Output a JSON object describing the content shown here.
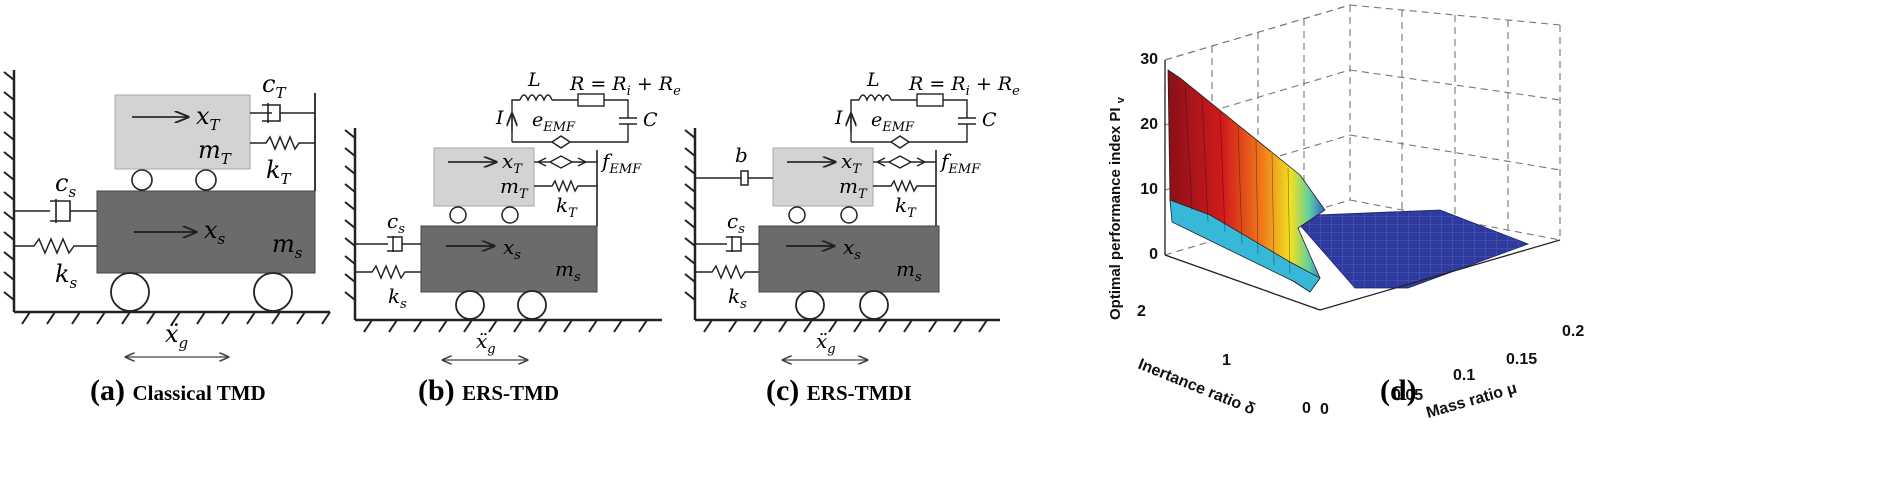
{
  "panels": {
    "a": {
      "letter": "(a)",
      "title": "Classical TMD",
      "x_T": "x",
      "x_T_sub": "T",
      "m_T": "m",
      "m_T_sub": "T",
      "c_T": "c",
      "c_T_sub": "T",
      "k_T": "k",
      "k_T_sub": "T",
      "x_s": "x",
      "x_s_sub": "s",
      "m_s": "m",
      "m_s_sub": "s",
      "c_s": "c",
      "c_s_sub": "s",
      "k_s": "k",
      "k_s_sub": "s",
      "xg": "ẍ",
      "xg_sub": "g"
    },
    "b": {
      "letter": "(b)",
      "title": "ERS-TMD",
      "L": "L",
      "R": "R = R",
      "R_i": "i",
      "R_plus": " + R",
      "R_e": "e",
      "I": "I",
      "C": "C",
      "e": "e",
      "e_sub": "EMF",
      "f": "f",
      "f_sub": "EMF",
      "x_T": "x",
      "x_T_sub": "T",
      "m_T": "m",
      "m_T_sub": "T",
      "k_T": "k",
      "k_T_sub": "T",
      "x_s": "x",
      "x_s_sub": "s",
      "m_s": "m",
      "m_s_sub": "s",
      "c_s": "c",
      "c_s_sub": "s",
      "k_s": "k",
      "k_s_sub": "s",
      "xg": "ẍ",
      "xg_sub": "g"
    },
    "c": {
      "letter": "(c)",
      "title": "ERS-TMDI",
      "b": "b",
      "L": "L",
      "R": "R = R",
      "R_i": "i",
      "R_plus": " + R",
      "R_e": "e",
      "I": "I",
      "C": "C",
      "e": "e",
      "e_sub": "EMF",
      "f": "f",
      "f_sub": "EMF",
      "x_T": "x",
      "x_T_sub": "T",
      "m_T": "m",
      "m_T_sub": "T",
      "k_T": "k",
      "k_T_sub": "T",
      "x_s": "x",
      "x_s_sub": "s",
      "m_s": "m",
      "m_s_sub": "s",
      "c_s": "c",
      "c_s_sub": "s",
      "k_s": "k",
      "k_s_sub": "s",
      "xg": "ẍ",
      "xg_sub": "g"
    },
    "d": {
      "letter": "(d)"
    }
  },
  "surface_plot": {
    "zlabel": "Optimal performance index PI",
    "zlabel_sub": "v",
    "ylabel": "Inertance ratio δ",
    "xlabel": "Mass ratio μ",
    "z_ticks": [
      "0",
      "10",
      "20",
      "30"
    ],
    "y_ticks": [
      "0",
      "1",
      "2"
    ],
    "x_ticks": [
      "0",
      "0.05",
      "0.1",
      "0.15",
      "0.2"
    ],
    "colors": {
      "flat": "#2e3a9e",
      "peak": "#b0101a",
      "mid": "#f0e020",
      "low": "#30c8e8"
    }
  }
}
